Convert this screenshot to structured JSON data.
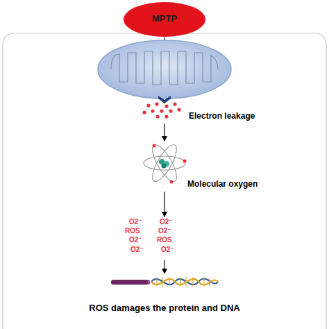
{
  "diagram": {
    "nodes": [
      {
        "text": [
          "MPTP"
        ]
      },
      {
        "text": [
          "Electron leakage"
        ]
      },
      {
        "text": [
          "Molecular oxygen"
        ]
      },
      {
        "text": [
          "O2⁻",
          "O2⁻",
          "ROS",
          "O2⁻",
          "O2⁻",
          "ROS",
          "O2⁻",
          "O2⁻"
        ]
      },
      {
        "text": [
          "ROS damages the protein and DNA"
        ]
      }
    ],
    "edges": [
      {
        "from": 1,
        "to": 2,
        "arrow": "to"
      },
      {
        "from": 2,
        "to": 3,
        "arrow": "to"
      },
      {
        "from": 3,
        "to": 4,
        "arrow": "to"
      }
    ]
  }
}
